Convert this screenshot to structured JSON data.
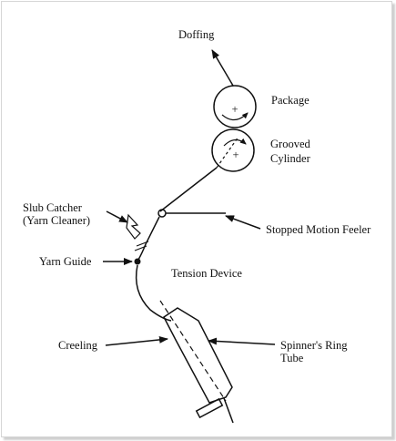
{
  "labels": {
    "doffing": "Doffing",
    "package": "Package",
    "grooved_line1": "Grooved",
    "grooved_line2": "Cylinder",
    "slub_line1": "Slub Catcher",
    "slub_line2": "(Yarn Cleaner)",
    "stopped_motion": "Stopped Motion Feeler",
    "yarn_guide": "Yarn Guide",
    "tension_device": "Tension Device",
    "creeling": "Creeling",
    "spinner_line1": "Spinner's Ring",
    "spinner_line2": "Tube"
  },
  "symbols": {
    "package_center": "+",
    "cylinder_center": "+"
  }
}
